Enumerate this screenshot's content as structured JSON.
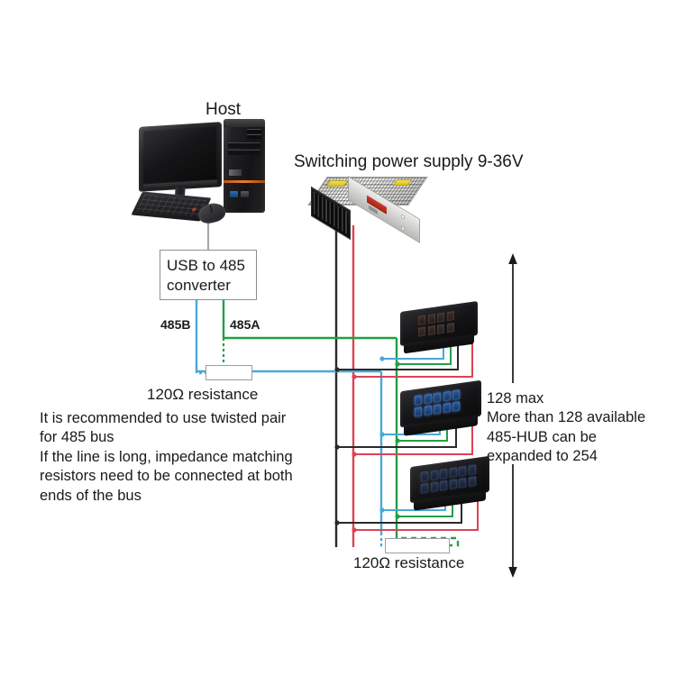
{
  "diagram": {
    "title_host": "Host",
    "title_psu": "Switching power supply 9-36V",
    "converter_label": "USB to 485\nconverter",
    "bus_labels": {
      "b": "485B",
      "a": "485A"
    },
    "resistor_top_label": "120Ω resistance",
    "resistor_bottom_label": "120Ω resistance",
    "note": "It is recommended to use twisted pair\nfor 485 bus\nIf the line is long, impedance matching\nresistors need to be connected at both\nends of the bus",
    "capacity_note": "128 max\nMore than 128 available\n485-HUB can be\nexpanded to 254",
    "colors": {
      "bus_b_blue": "#4AA8D8",
      "bus_a_green": "#22A045",
      "power_negative_black": "#2A2A2A",
      "power_positive_red": "#D94555",
      "box_outline": "#8A8F94",
      "text": "#1A1A1A"
    },
    "modules": [
      {
        "name": "meter-module-1",
        "digits_per_row": 4,
        "rows": 2,
        "display_state": "unlit"
      },
      {
        "name": "meter-module-2",
        "digits_per_row": 5,
        "rows": 2,
        "display_state": "blue-lit"
      },
      {
        "name": "meter-module-3",
        "digits_per_row": 6,
        "rows": 2,
        "display_state": "dim-lit"
      }
    ]
  }
}
